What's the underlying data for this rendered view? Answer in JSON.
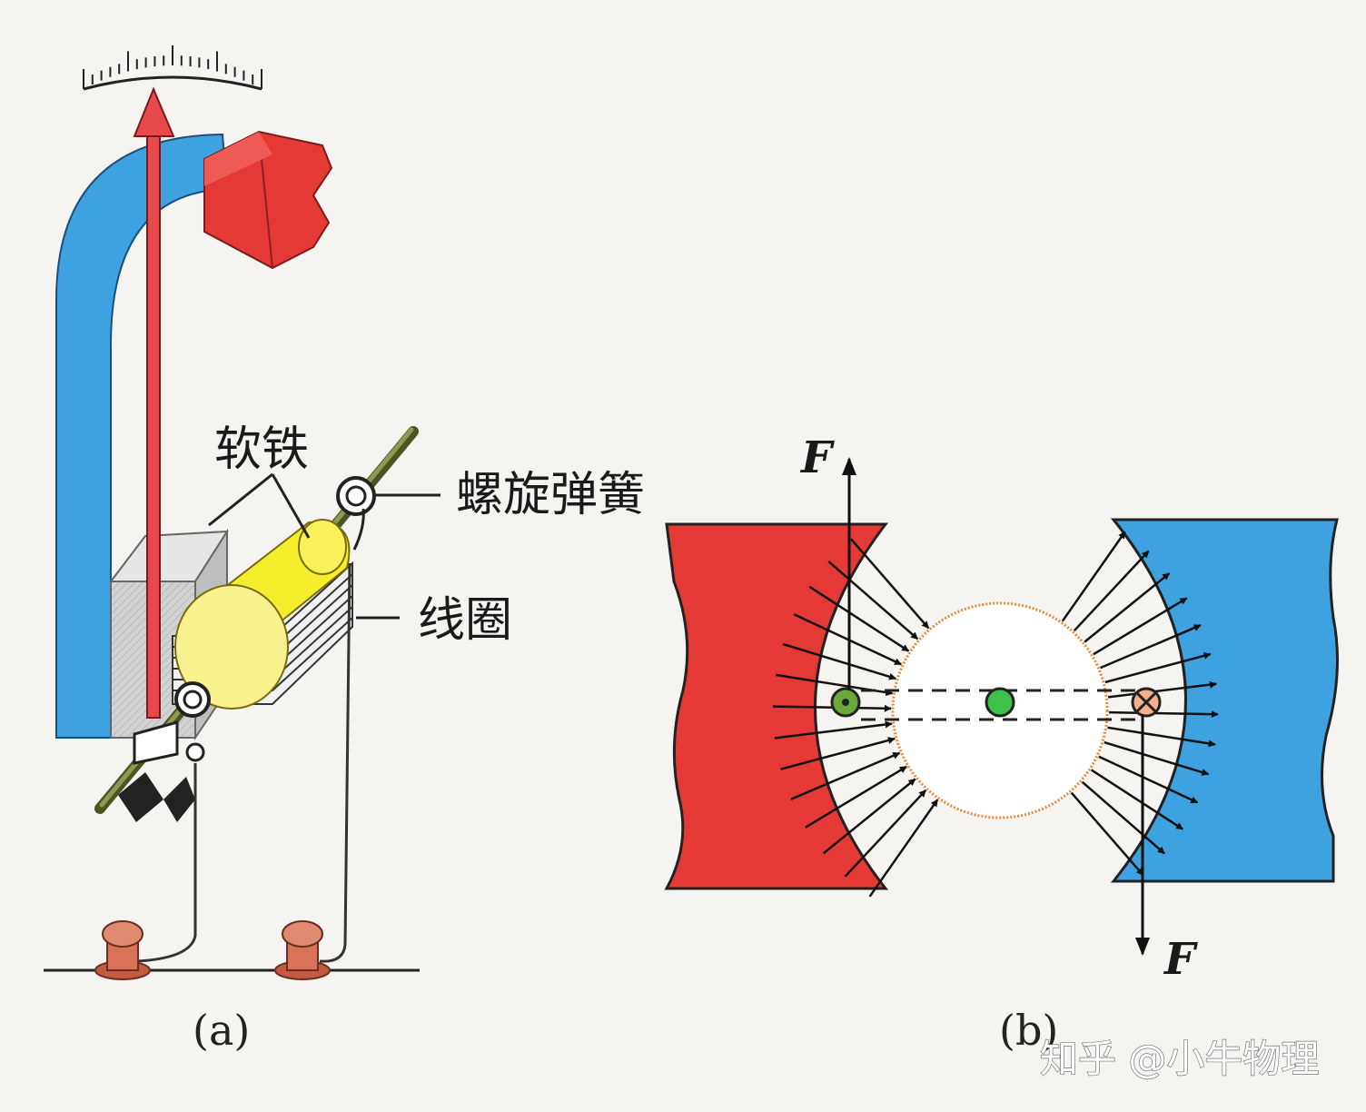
{
  "figure_a": {
    "label_soft_iron": "软铁",
    "label_spiral_spring": "螺旋弹簧",
    "label_coil": "线圈",
    "caption": "(a)"
  },
  "figure_b": {
    "force_top": "F",
    "force_bottom": "F",
    "caption": "(b)"
  },
  "watermark": "知乎 @小牛物理",
  "colors": {
    "north_pole_red": "#e53935",
    "south_pole_blue": "#3fa2e0",
    "pointer_red": "#e8494c",
    "soft_iron_yellow": "#f4ee2c",
    "terminal_brown": "#d8735a",
    "field_circle_orange": "#e98a3c",
    "axle_green": "#6c7a3c",
    "core_gray": "#cfcfcf"
  }
}
